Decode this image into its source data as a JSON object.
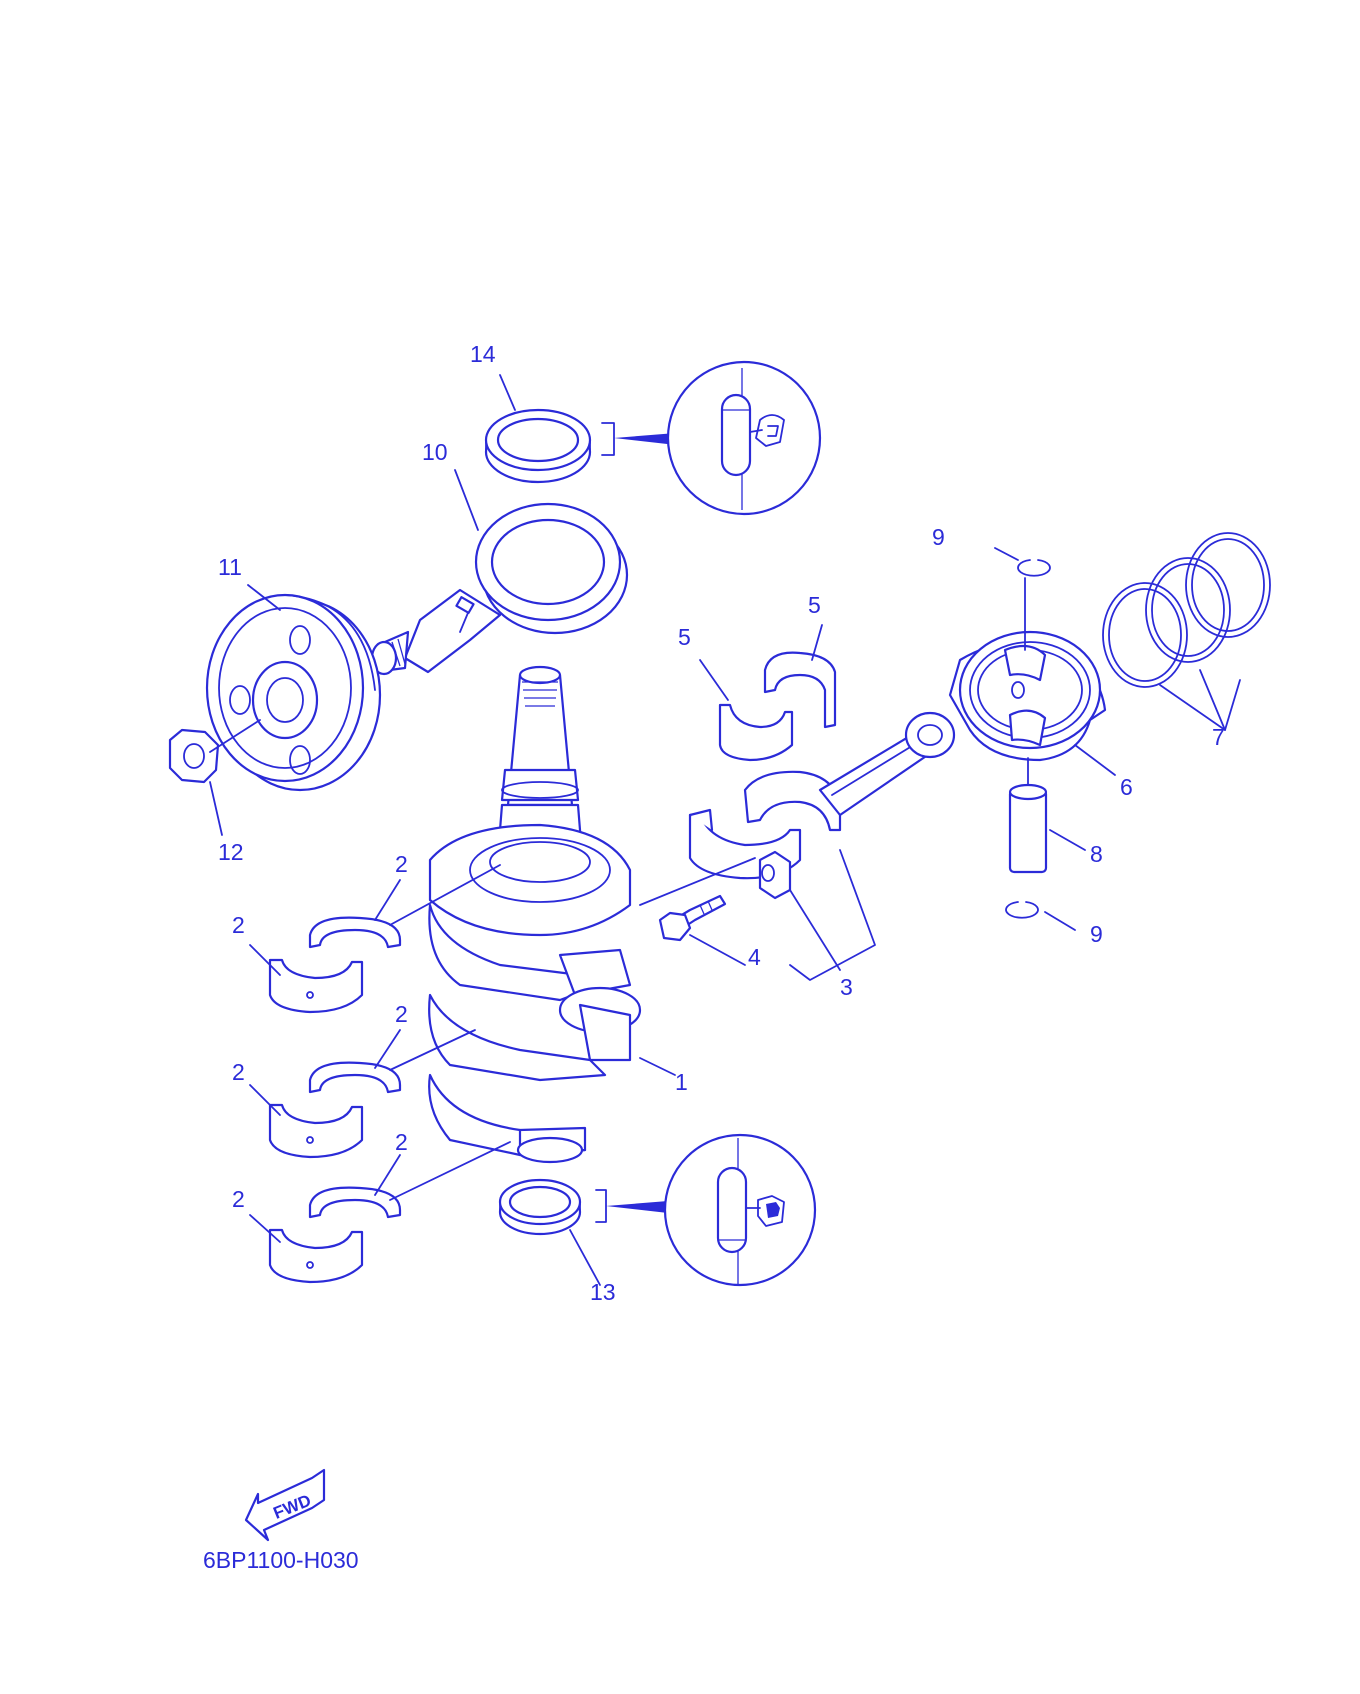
{
  "diagram": {
    "drawing_code": "6BP1100-H030",
    "direction_arrow_label": "FWD",
    "colors": {
      "line": "#2b2bd8",
      "background": "#ffffff"
    },
    "callouts": [
      {
        "id": "c1",
        "label": "1"
      },
      {
        "id": "c2a",
        "label": "2"
      },
      {
        "id": "c2b",
        "label": "2"
      },
      {
        "id": "c2c",
        "label": "2"
      },
      {
        "id": "c2d",
        "label": "2"
      },
      {
        "id": "c2e",
        "label": "2"
      },
      {
        "id": "c2f",
        "label": "2"
      },
      {
        "id": "c3",
        "label": "3"
      },
      {
        "id": "c4",
        "label": "4"
      },
      {
        "id": "c5a",
        "label": "5"
      },
      {
        "id": "c5b",
        "label": "5"
      },
      {
        "id": "c6",
        "label": "6"
      },
      {
        "id": "c7",
        "label": "7"
      },
      {
        "id": "c8",
        "label": "8"
      },
      {
        "id": "c9a",
        "label": "9"
      },
      {
        "id": "c9b",
        "label": "9"
      },
      {
        "id": "c10",
        "label": "10"
      },
      {
        "id": "c11",
        "label": "11"
      },
      {
        "id": "c12",
        "label": "12"
      },
      {
        "id": "c13",
        "label": "13"
      },
      {
        "id": "c14",
        "label": "14"
      }
    ]
  }
}
